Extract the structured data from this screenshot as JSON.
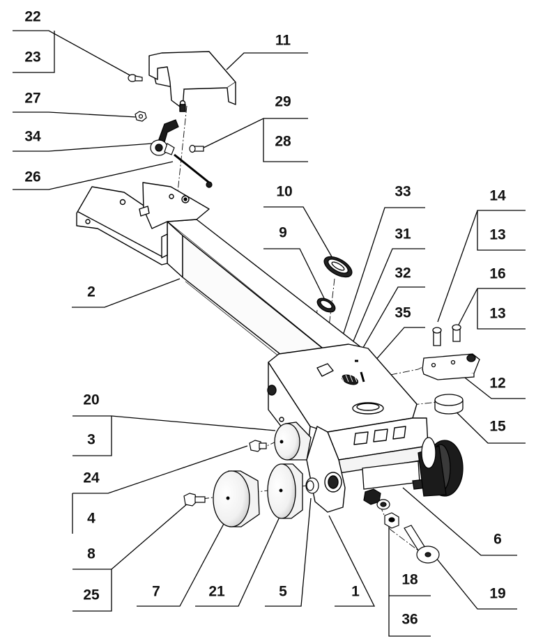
{
  "callouts": {
    "c1": "1",
    "c2": "2",
    "c3": "3",
    "c4": "4",
    "c5": "5",
    "c6": "6",
    "c7": "7",
    "c8": "8",
    "c9": "9",
    "c10": "10",
    "c11": "11",
    "c12": "12",
    "c13a": "13",
    "c13b": "13",
    "c14": "14",
    "c15": "15",
    "c16": "16",
    "c18": "18",
    "c19": "19",
    "c20": "20",
    "c21": "21",
    "c22": "22",
    "c23": "23",
    "c24": "24",
    "c25": "25",
    "c26": "26",
    "c27": "27",
    "c28": "28",
    "c29": "29",
    "c31": "31",
    "c32": "32",
    "c33": "33",
    "c34": "34",
    "c35": "35",
    "c36": "36"
  }
}
